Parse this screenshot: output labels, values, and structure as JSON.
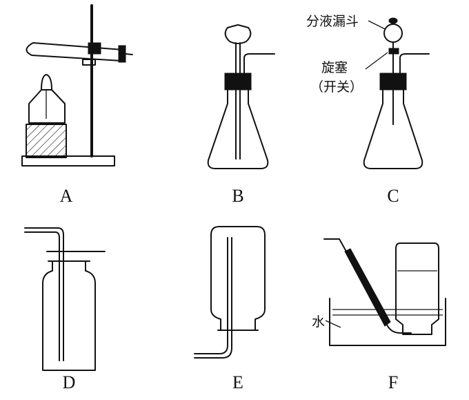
{
  "labels": {
    "a": "A",
    "b": "B",
    "c": "C",
    "d": "D",
    "e": "E",
    "f": "F"
  },
  "annotations": {
    "funnel": "分液漏斗",
    "stopcock": "旋塞",
    "switch": "（开关）",
    "water": "水"
  }
}
